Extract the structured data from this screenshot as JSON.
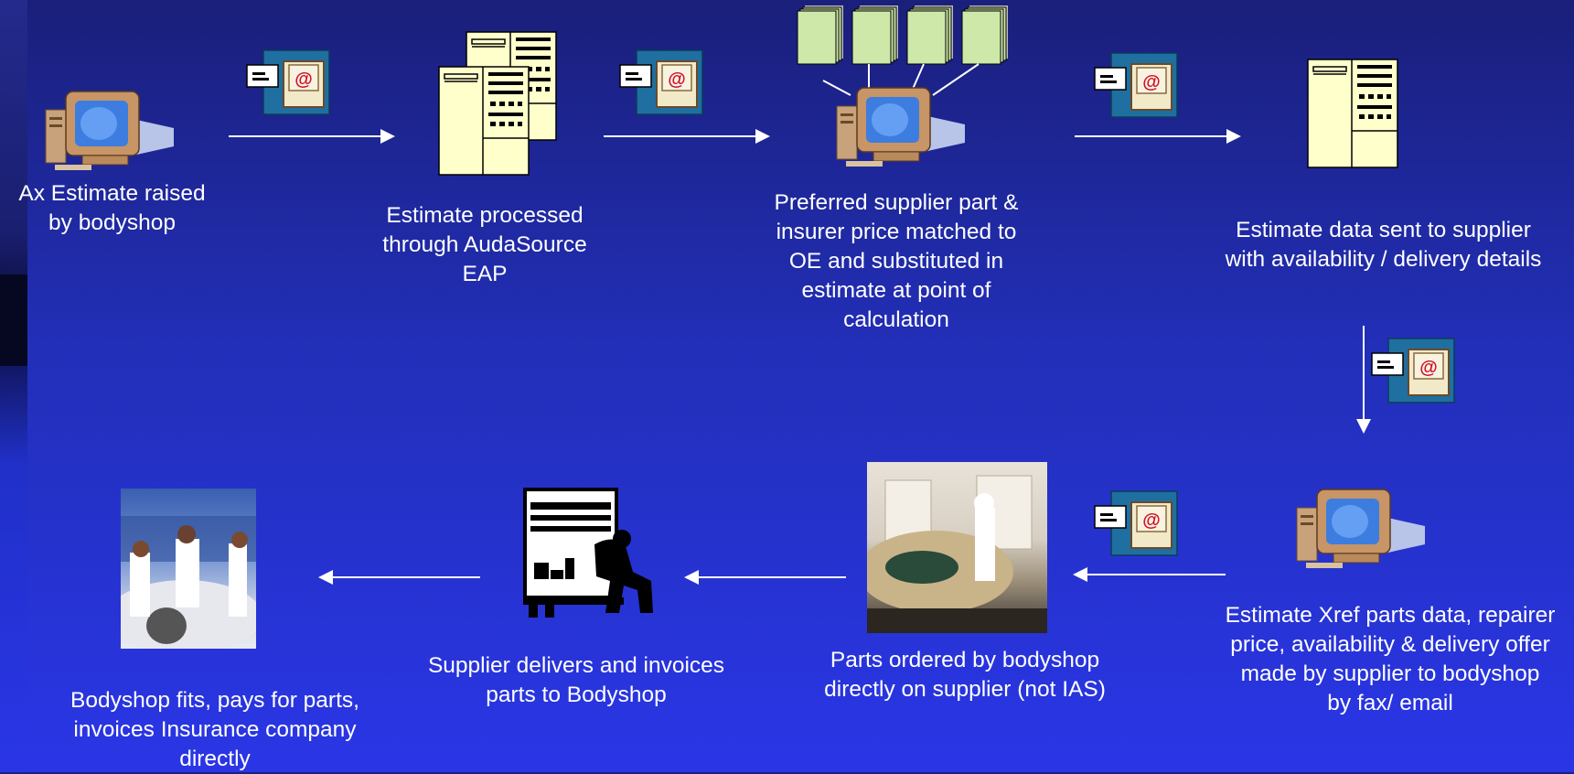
{
  "steps": {
    "s1": "Ax Estimate raised\nby bodyshop",
    "s2": "Estimate processed\nthrough AudaSource\nEAP",
    "s3": "Preferred supplier part &\ninsurer price matched to\nOE and substituted in\nestimate at point of\ncalculation",
    "s4": "Estimate data sent to supplier\nwith availability / delivery details",
    "s5": "Estimate Xref parts data, repairer\nprice, availability & delivery offer\nmade by supplier to bodyshop\nby fax/ email",
    "s6": "Parts ordered by bodyshop\ndirectly on supplier (not IAS)",
    "s7": "Supplier delivers and invoices\nparts to Bodyshop",
    "s8": "Bodyshop fits, pays for parts,\ninvoices Insurance company\ndirectly"
  },
  "email_icon_text": "@",
  "icons": [
    "computer-icon",
    "document-icon",
    "email-icon",
    "truck-icon",
    "paint-booth-photo",
    "mechanics-photo"
  ],
  "colors": {
    "bg_top": "#1a1f7a",
    "bg_bottom": "#2a36e6",
    "text": "#ffffff",
    "doc": "#ffffcc"
  }
}
